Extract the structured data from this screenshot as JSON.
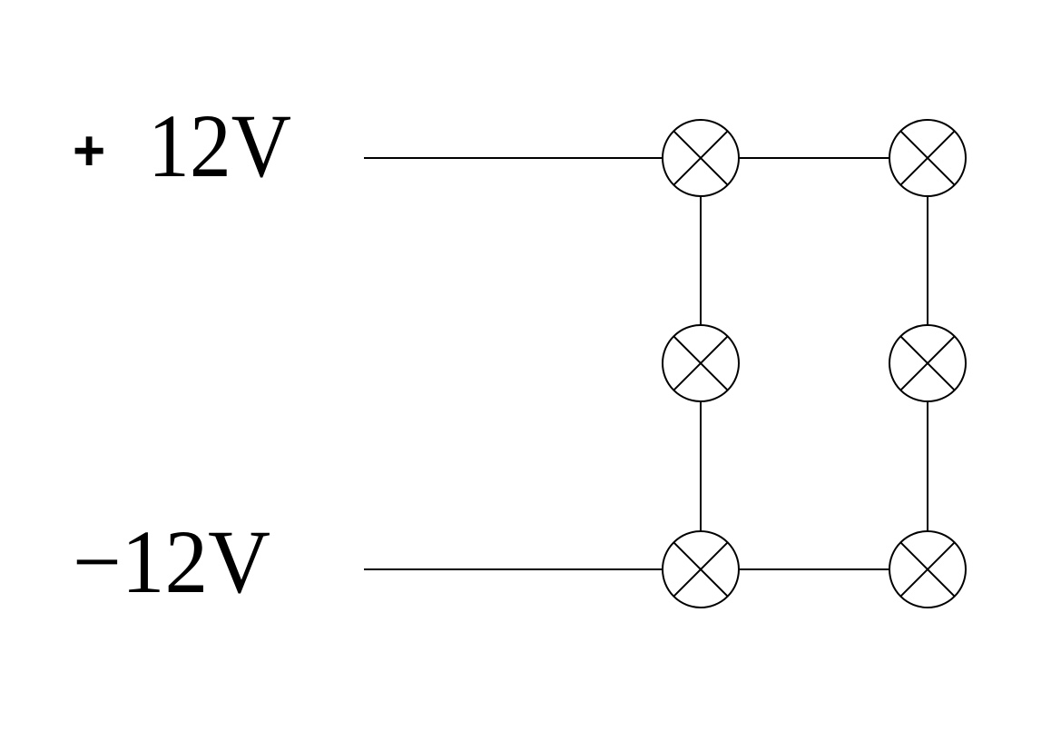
{
  "diagram": {
    "positive_sign": "+",
    "positive_value": "12V",
    "negative_label": "−12V"
  },
  "colors": {
    "stroke": "#000000",
    "background": "#ffffff"
  },
  "components": [
    {
      "id": "lamp-top-left",
      "icon": "lamp-icon"
    },
    {
      "id": "lamp-top-right",
      "icon": "lamp-icon"
    },
    {
      "id": "lamp-middle-left",
      "icon": "lamp-icon"
    },
    {
      "id": "lamp-middle-right",
      "icon": "lamp-icon"
    },
    {
      "id": "lamp-bottom-left",
      "icon": "lamp-icon"
    },
    {
      "id": "lamp-bottom-right",
      "icon": "lamp-icon"
    }
  ]
}
